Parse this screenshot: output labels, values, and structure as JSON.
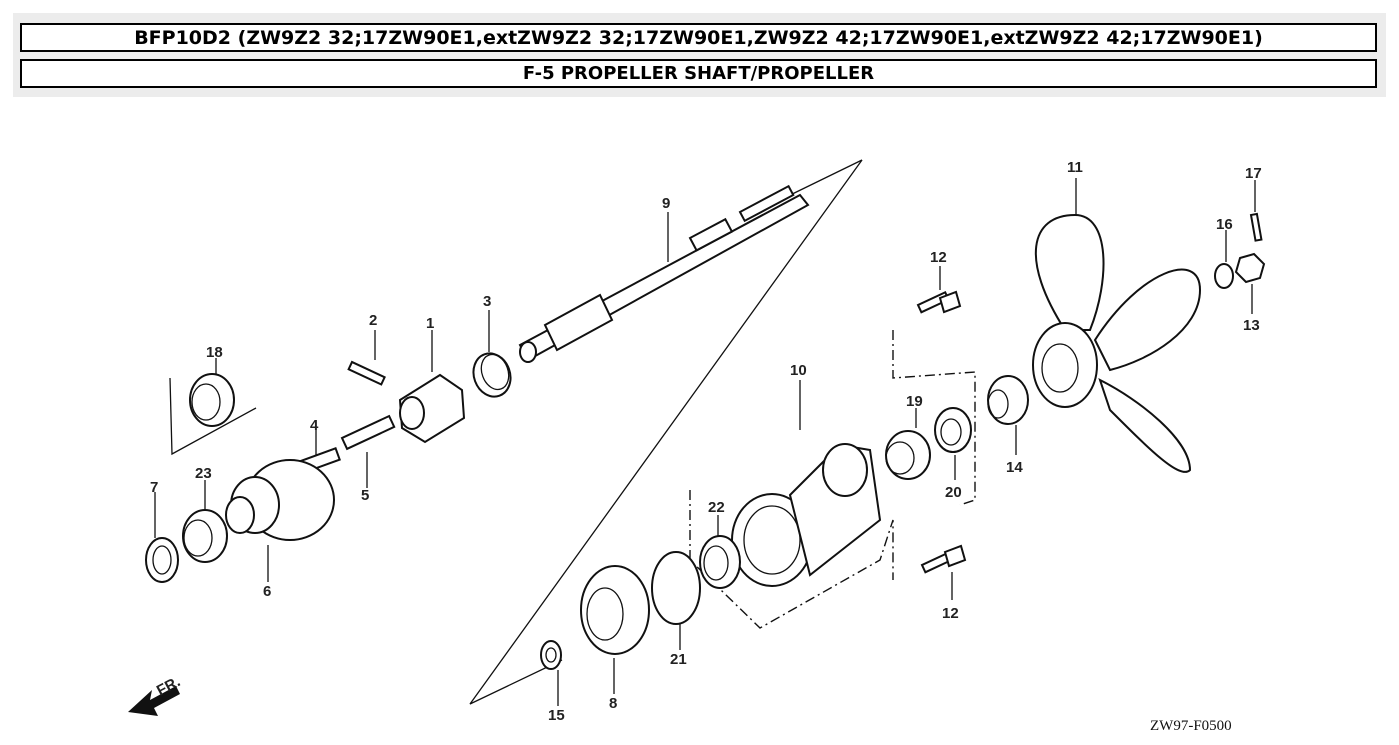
{
  "header": {
    "model_title": "BFP10D2 (ZW9Z2 32;17ZW90E1,extZW9Z2 32;17ZW90E1,ZW9Z2 42;17ZW90E1,extZW9Z2 42;17ZW90E1)",
    "section_title": "F-5 PROPELLER SHAFT/PROPELLER"
  },
  "diagram": {
    "callouts": [
      "1",
      "2",
      "3",
      "4",
      "5",
      "6",
      "7",
      "8",
      "9",
      "10",
      "11",
      "12",
      "12",
      "13",
      "14",
      "15",
      "16",
      "17",
      "18",
      "19",
      "20",
      "21",
      "22",
      "23"
    ],
    "front_marker": "FR.",
    "drawing_code": "ZW97-F0500"
  }
}
